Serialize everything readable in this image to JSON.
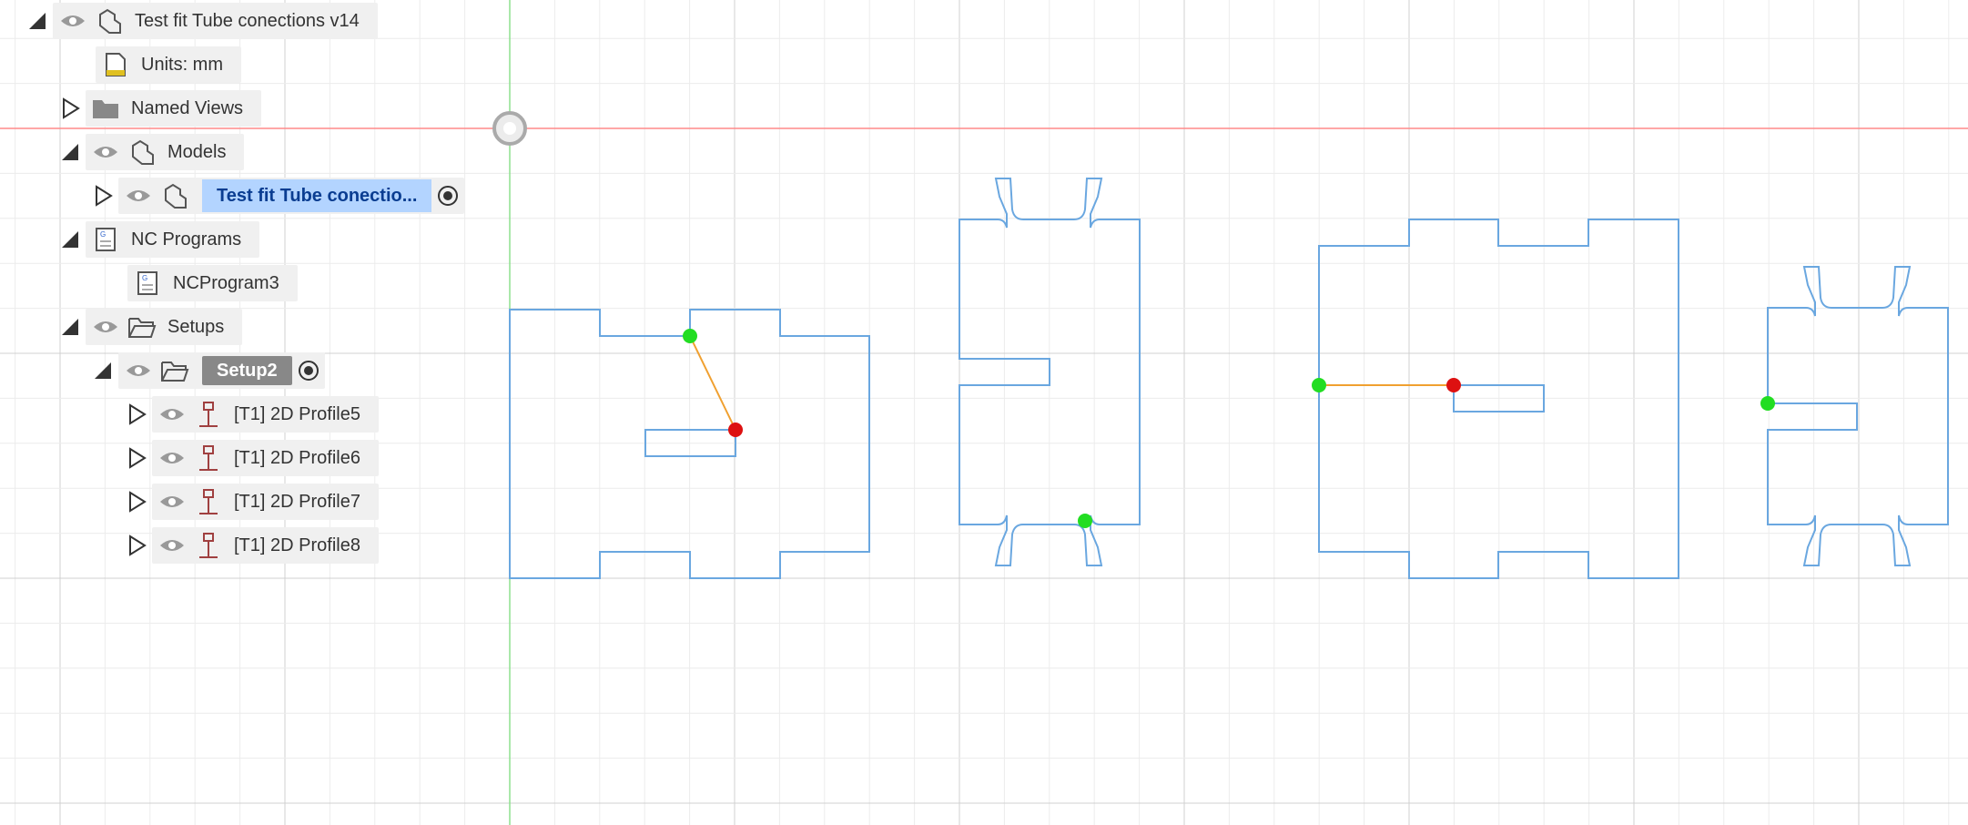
{
  "browser": {
    "root": {
      "label": "Test fit Tube conections v14"
    },
    "units": {
      "label": "Units: mm"
    },
    "named_views": {
      "label": "Named Views"
    },
    "models": {
      "label": "Models"
    },
    "model_item": {
      "label": "Test fit Tube conectio..."
    },
    "nc_programs": {
      "label": "NC Programs"
    },
    "nc_program_item": {
      "label": "NCProgram3"
    },
    "setups": {
      "label": "Setups"
    },
    "setup_item": {
      "label": "Setup2"
    },
    "operations": [
      {
        "label": "[T1] 2D Profile5"
      },
      {
        "label": "[T1] 2D Profile6"
      },
      {
        "label": "[T1] 2D Profile7"
      },
      {
        "label": "[T1] 2D Profile8"
      }
    ]
  },
  "colors": {
    "grid_minor": "#ececec",
    "grid_major": "#d0d0d0",
    "profile": "#6aa7e0",
    "x_axis": "#ff8080",
    "y_axis": "#80e080",
    "point_green": "#22dd22",
    "point_red": "#dd1111",
    "lead_line": "#f0a030",
    "selection": "#b3d4ff"
  },
  "icons": {
    "visibility": "eye-icon",
    "component": "component-icon",
    "units": "ruler-document-icon",
    "folder": "folder-icon",
    "nc_program": "nc-program-icon",
    "setup": "open-folder-icon",
    "operation": "tool-icon",
    "activate": "radio-target-icon"
  }
}
